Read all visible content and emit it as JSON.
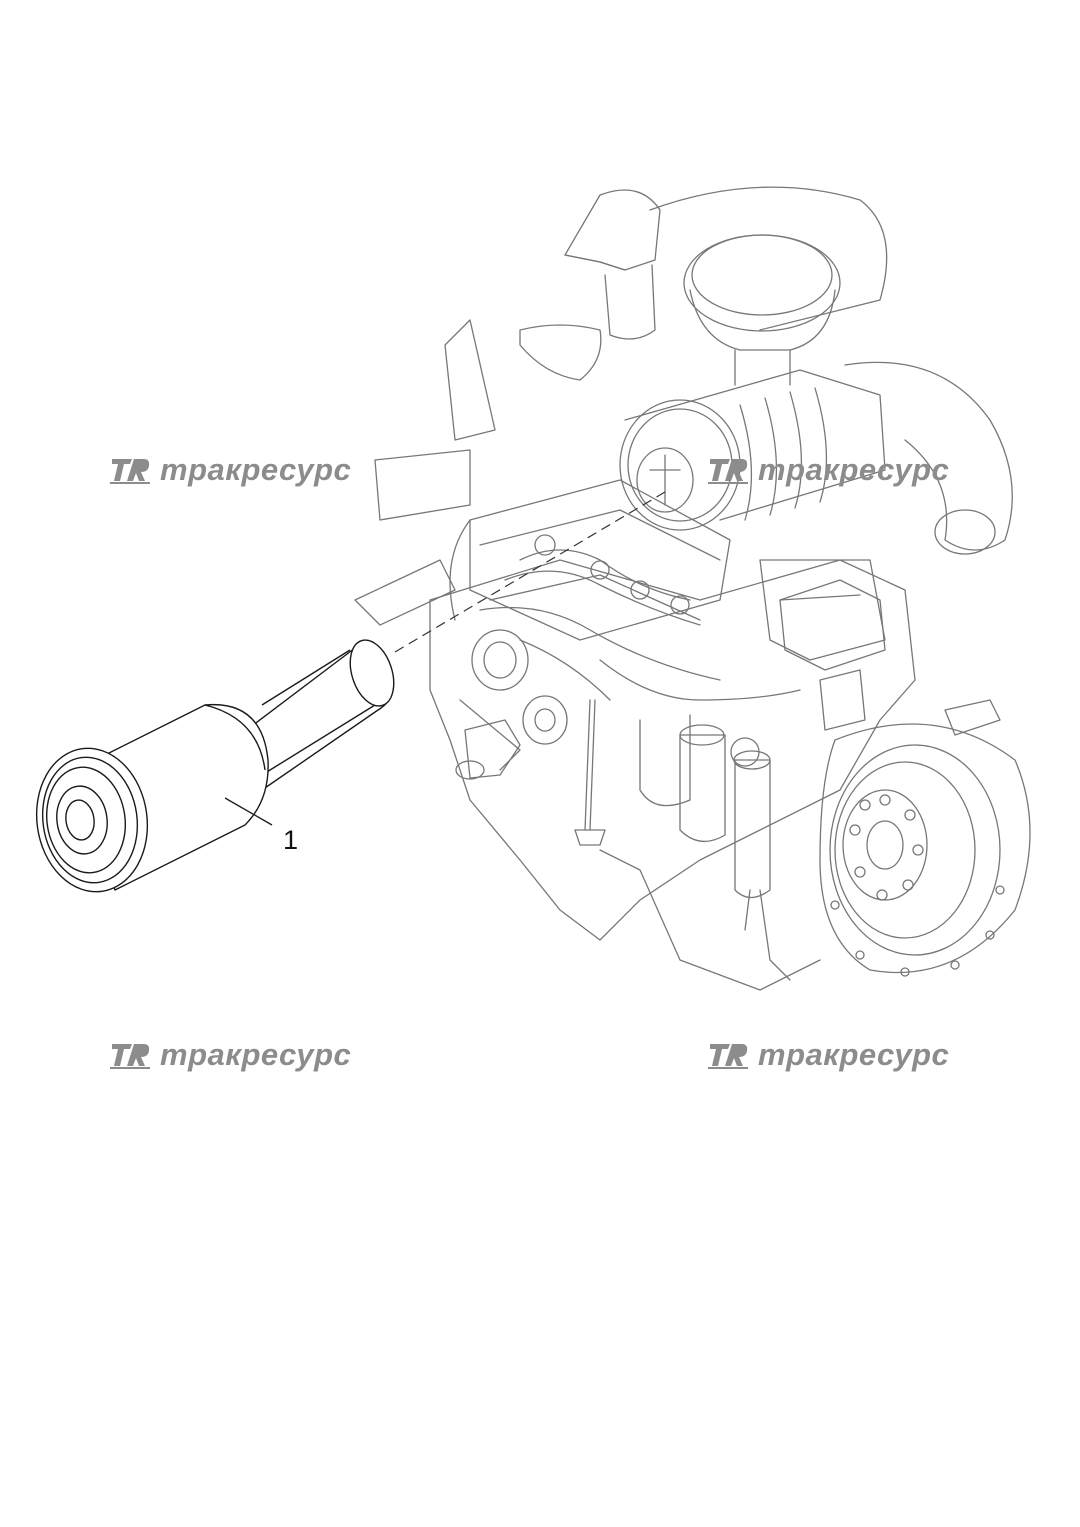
{
  "diagram": {
    "callouts": [
      {
        "id": "1",
        "label": "1"
      }
    ],
    "parts": [
      {
        "id": "engine",
        "icon": "engine-assembly-drawing"
      },
      {
        "id": "air-filter-element",
        "icon": "cylindrical-filter-element"
      }
    ]
  },
  "watermarks": [
    {
      "text": "трак­ресурс",
      "logo": "TR-logo-icon"
    },
    {
      "text": "трак­ресурс",
      "logo": "TR-logo-icon"
    },
    {
      "text": "трак­ресурс",
      "logo": "TR-logo-icon"
    },
    {
      "text": "трак­ресурс",
      "logo": "TR-logo-icon"
    }
  ],
  "colors": {
    "line": "#222222",
    "faint_line": "#9a9a9a",
    "watermark": "#8c8c8c",
    "background": "#ffffff"
  }
}
